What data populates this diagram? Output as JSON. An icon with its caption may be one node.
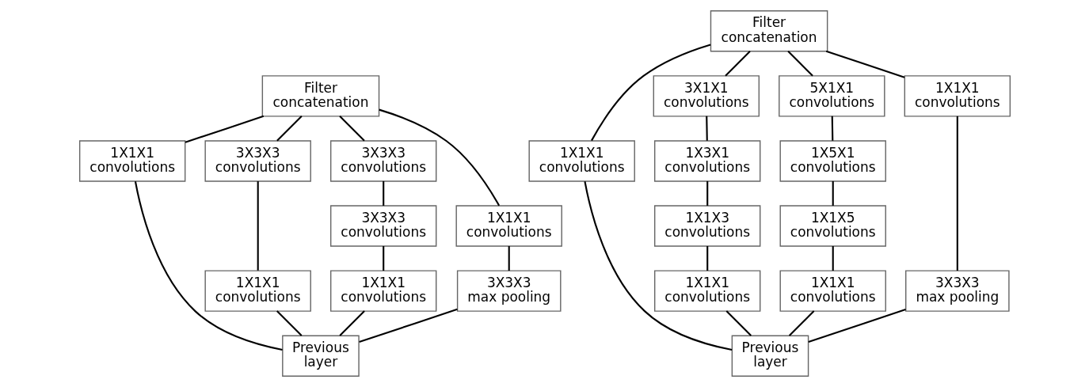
{
  "diagram": {
    "nodes": [
      {
        "text": [
          "Filter concatenation"
        ]
      },
      {
        "text": [
          "3X3X3 convolutions"
        ]
      },
      {
        "text": [
          "3X3X3 convolutions"
        ]
      },
      {
        "text": [
          "3X3X3 convolutions"
        ]
      },
      {
        "text": [
          "1X1X1 convolutions"
        ]
      },
      {
        "text": [
          "1X1X1 convolutions"
        ]
      },
      {
        "text": [
          "1X1X1 convolutions"
        ]
      },
      {
        "text": [
          "1X1X1 convolutions"
        ]
      },
      {
        "text": [
          "3X3X3 max pooling"
        ]
      },
      {
        "text": [
          "Previous layer"
        ]
      },
      {
        "text": [
          "Filter concatenation"
        ]
      },
      {
        "text": [
          "3X1X1 convolutions"
        ]
      },
      {
        "text": [
          "5X1X1 convolutions"
        ]
      },
      {
        "text": [
          "1X3X1 convolutions"
        ]
      },
      {
        "text": [
          "1X5X1 convolutions"
        ]
      },
      {
        "text": [
          "1X1X3 convolutions"
        ]
      },
      {
        "text": [
          "1X1X5 convolutions"
        ]
      },
      {
        "text": [
          "1X1X1 convolutions"
        ]
      },
      {
        "text": [
          "1X1X1 convolutions"
        ]
      },
      {
        "text": [
          "1X1X1 convolutions"
        ]
      },
      {
        "text": [
          "1X1X1 convolutions"
        ]
      },
      {
        "text": [
          "3X3X3 max pooling"
        ]
      },
      {
        "text": [
          "Previous layer"
        ]
      }
    ],
    "edges": [
      {
        "from": 9,
        "to": 5,
        "arrow": "none"
      },
      {
        "from": 9,
        "to": 6,
        "arrow": "none"
      },
      {
        "from": 9,
        "to": 7,
        "arrow": "none"
      },
      {
        "from": 9,
        "to": 8,
        "arrow": "none"
      },
      {
        "from": 5,
        "to": 0,
        "arrow": "none"
      },
      {
        "from": 6,
        "to": 2,
        "arrow": "none"
      },
      {
        "from": 7,
        "to": 3,
        "arrow": "none"
      },
      {
        "from": 3,
        "to": 1,
        "arrow": "none"
      },
      {
        "from": 8,
        "to": 4,
        "arrow": "none"
      },
      {
        "from": 2,
        "to": 0,
        "arrow": "none"
      },
      {
        "from": 1,
        "to": 0,
        "arrow": "none"
      },
      {
        "from": 4,
        "to": 0,
        "arrow": "none"
      },
      {
        "from": 22,
        "to": 17,
        "arrow": "none"
      },
      {
        "from": 22,
        "to": 19,
        "arrow": "none"
      },
      {
        "from": 22,
        "to": 20,
        "arrow": "none"
      },
      {
        "from": 22,
        "to": 21,
        "arrow": "none"
      },
      {
        "from": 19,
        "to": 15,
        "arrow": "none"
      },
      {
        "from": 15,
        "to": 13,
        "arrow": "none"
      },
      {
        "from": 13,
        "to": 11,
        "arrow": "none"
      },
      {
        "from": 20,
        "to": 16,
        "arrow": "none"
      },
      {
        "from": 16,
        "to": 14,
        "arrow": "none"
      },
      {
        "from": 14,
        "to": 12,
        "arrow": "none"
      },
      {
        "from": 21,
        "to": 18,
        "arrow": "none"
      },
      {
        "from": 17,
        "to": 10,
        "arrow": "none"
      },
      {
        "from": 11,
        "to": 10,
        "arrow": "none"
      },
      {
        "from": 12,
        "to": 10,
        "arrow": "none"
      },
      {
        "from": 18,
        "to": 10,
        "arrow": "none"
      }
    ]
  }
}
